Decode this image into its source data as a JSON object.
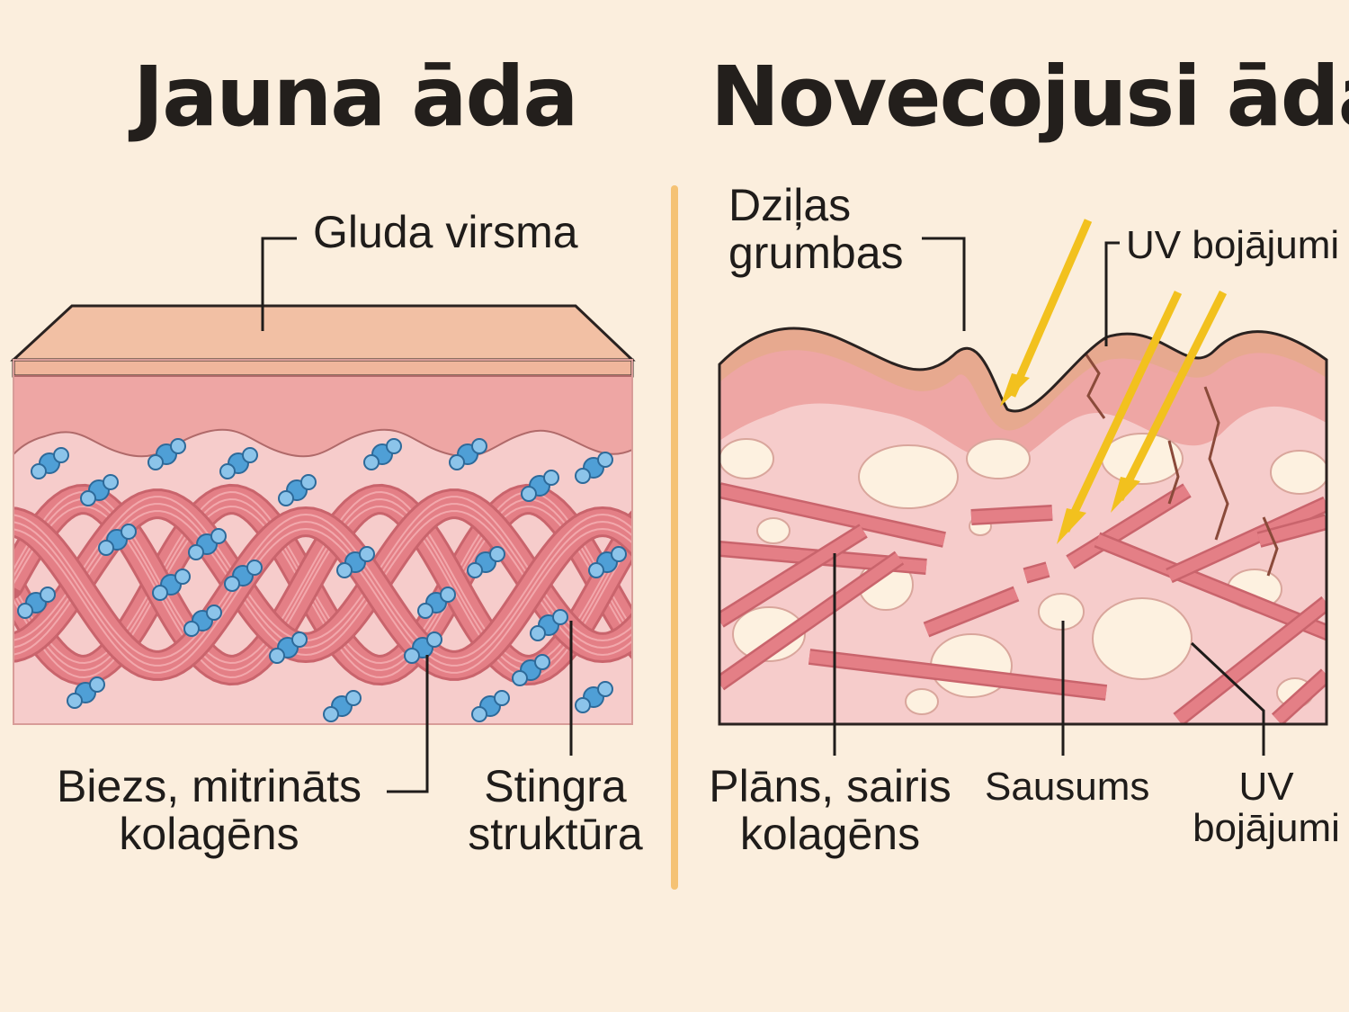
{
  "young": {
    "title": "Jauna āda",
    "labels": {
      "surface": "Gluda virsma",
      "collagen_line1": "Biezs, mitrināts",
      "collagen_line2": "kolagēns",
      "structure_line1": "Stingra",
      "structure_line2": "struktūra"
    }
  },
  "aged": {
    "title": "Novecojusi āda",
    "labels": {
      "wrinkles_line1": "Dziļas",
      "wrinkles_line2": "grumbas",
      "uv_top": "UV bojājumi",
      "collagen_line1": "Plāns, sairis",
      "collagen_line2": "kolagēns",
      "dryness": "Sausums",
      "uv_bottom_line1": "UV",
      "uv_bottom_line2": "bojājumi"
    }
  },
  "colors": {
    "background": "#fbeedd",
    "epidermis_top": "#f2c0a4",
    "epidermis": "#eeaaa4",
    "dermis": "#f6cccb",
    "collagen": "#e47f86",
    "water": "#4f9fd6",
    "divider": "#f5c274",
    "uv_ray": "#f2c11e",
    "dry_pocket": "#fdf1e0"
  }
}
